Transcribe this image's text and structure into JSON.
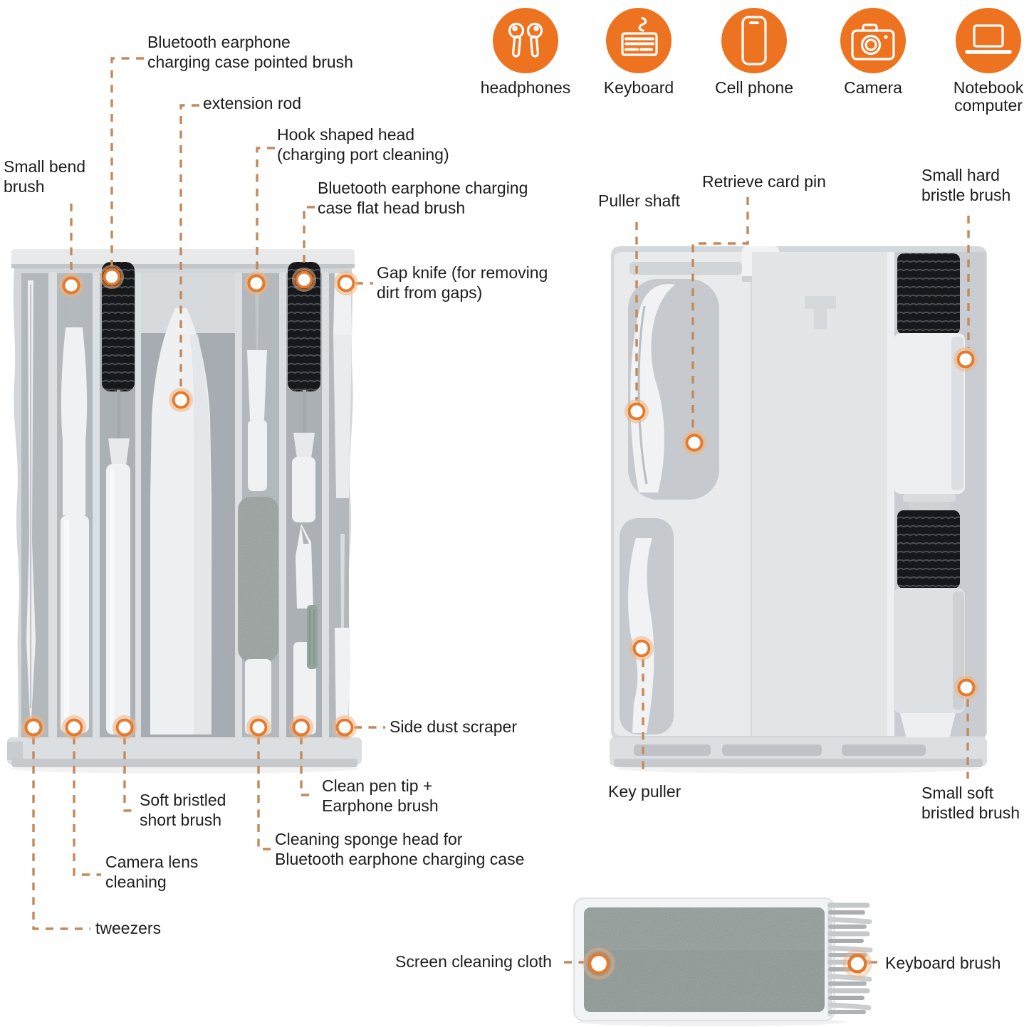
{
  "colors": {
    "accent_orange": "#ED7320",
    "leader_tan": "#C28A5C",
    "marker_ring_orange": "#E8782A",
    "label_text": "#1D1D1F",
    "tray_gray": "#D5D8DB",
    "brush_black": "#17181B",
    "cloth_gray": "#8C9793"
  },
  "device_icons": [
    {
      "id": "headphones",
      "icon": "earbuds-icon",
      "lines": [
        "headphones"
      ]
    },
    {
      "id": "keyboard",
      "icon": "keyboard-icon",
      "lines": [
        "Keyboard"
      ]
    },
    {
      "id": "cell_phone",
      "icon": "cell-phone-icon",
      "lines": [
        "Cell phone"
      ]
    },
    {
      "id": "camera",
      "icon": "camera-icon",
      "lines": [
        "Camera"
      ]
    },
    {
      "id": "notebook_computer",
      "icon": "notebook-computer-icon",
      "lines": [
        "Notebook",
        "computer"
      ]
    }
  ],
  "callouts": {
    "pointed_brush": {
      "lines": [
        "Bluetooth earphone",
        "charging case pointed brush"
      ]
    },
    "extension_rod": {
      "lines": [
        "extension rod"
      ]
    },
    "hook_head": {
      "lines": [
        "Hook shaped head",
        "(charging port cleaning)"
      ]
    },
    "flat_head_brush": {
      "lines": [
        "Bluetooth earphone charging",
        "case flat head brush"
      ]
    },
    "small_bend_brush": {
      "lines": [
        "Small bend",
        "brush"
      ]
    },
    "gap_knife": {
      "lines": [
        "Gap knife (for removing",
        "dirt from gaps)"
      ]
    },
    "side_dust_scraper": {
      "lines": [
        "Side dust scraper"
      ]
    },
    "clean_pen_tip": {
      "lines": [
        "Clean pen tip +",
        "Earphone brush"
      ]
    },
    "soft_bristled": {
      "lines": [
        "Soft bristled",
        "short brush"
      ]
    },
    "sponge_head": {
      "lines": [
        "Cleaning sponge head for",
        "Bluetooth earphone charging case"
      ]
    },
    "camera_lens": {
      "lines": [
        "Camera lens",
        "cleaning"
      ]
    },
    "tweezers": {
      "lines": [
        "tweezers"
      ]
    },
    "puller_shaft": {
      "lines": [
        "Puller shaft"
      ]
    },
    "retrieve_card_pin": {
      "lines": [
        "Retrieve card pin"
      ]
    },
    "small_hard_bristle": {
      "lines": [
        "Small hard",
        "bristle brush"
      ]
    },
    "key_puller": {
      "lines": [
        "Key puller"
      ]
    },
    "small_soft_bristled": {
      "lines": [
        "Small soft",
        "bristled brush"
      ]
    },
    "screen_cloth": {
      "lines": [
        "Screen cleaning cloth"
      ]
    },
    "keyboard_brush": {
      "lines": [
        "Keyboard brush"
      ]
    }
  }
}
